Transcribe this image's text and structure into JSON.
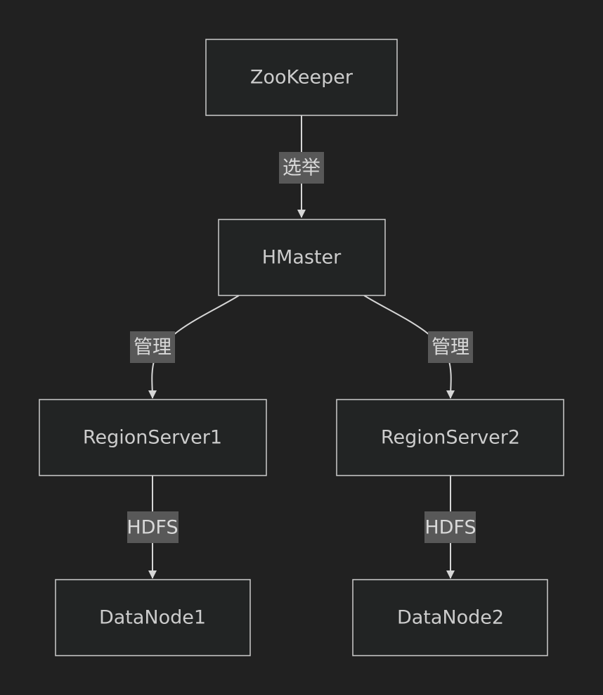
{
  "nodes": {
    "zookeeper": "ZooKeeper",
    "hmaster": "HMaster",
    "regionserver1": "RegionServer1",
    "regionserver2": "RegionServer2",
    "datanode1": "DataNode1",
    "datanode2": "DataNode2"
  },
  "edges": {
    "zookeeper_hmaster": "选举",
    "hmaster_rs1": "管理",
    "hmaster_rs2": "管理",
    "rs1_dn1": "HDFS",
    "rs2_dn2": "HDFS"
  },
  "colors": {
    "background": "#212121",
    "node_fill": "#222424",
    "node_stroke": "#cccccc",
    "text": "#cccccc",
    "edge_label_bg": "#585858",
    "edge_stroke": "#d6d6d6"
  }
}
